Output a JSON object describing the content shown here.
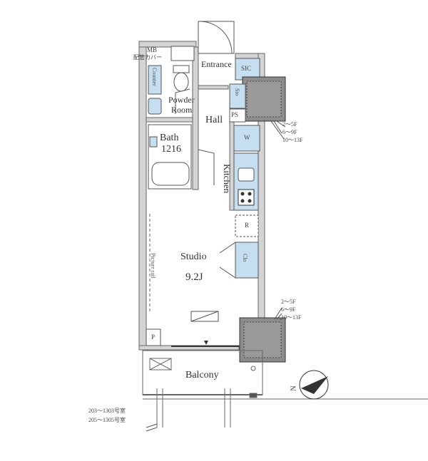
{
  "labels": {
    "mb": "MB",
    "pipe_cover": "配管カバー",
    "counter": "Counter",
    "entrance": "Entrance",
    "sic": "SIC",
    "sto": "Sto",
    "ps": "PS",
    "w": "W",
    "powder_room_1": "Powder",
    "powder_room_2": "Room",
    "hall": "Hall",
    "bath": "Bath",
    "bath_size": "1216",
    "kitchen": "Kitchen",
    "r": "R",
    "studio": "Studio",
    "studio_size": "9.2J",
    "clo": "Clo",
    "picture_rail": "Picture rail",
    "p": "P",
    "balcony": "Balcony",
    "floors_top": [
      "2～5F",
      "6～9F",
      "10～13F"
    ],
    "floors_bottom": [
      "2～5F",
      "6～9F",
      "10～13F"
    ],
    "room_numbers": [
      "203～1303号室",
      "205～1305号室"
    ],
    "north": "N"
  },
  "colors": {
    "wall": "#d0d0d0",
    "line": "#555555",
    "fixture_blue": "#c5dff0",
    "column": "#8c8c8c"
  }
}
